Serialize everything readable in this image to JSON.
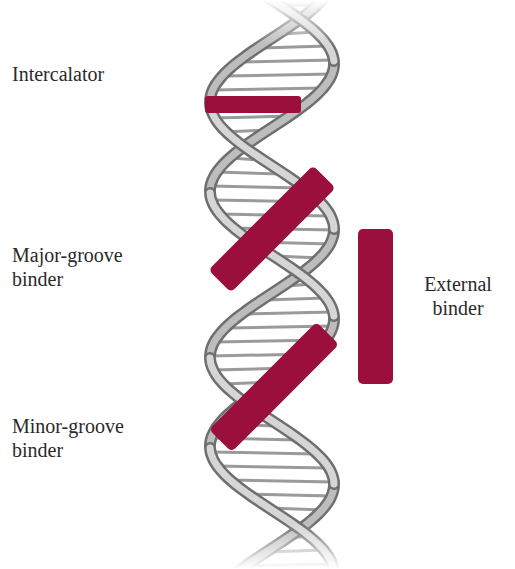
{
  "diagram": {
    "labels": [
      "Intercalator",
      "Major-groove binder",
      "External binder",
      "Minor-groove binder"
    ]
  }
}
